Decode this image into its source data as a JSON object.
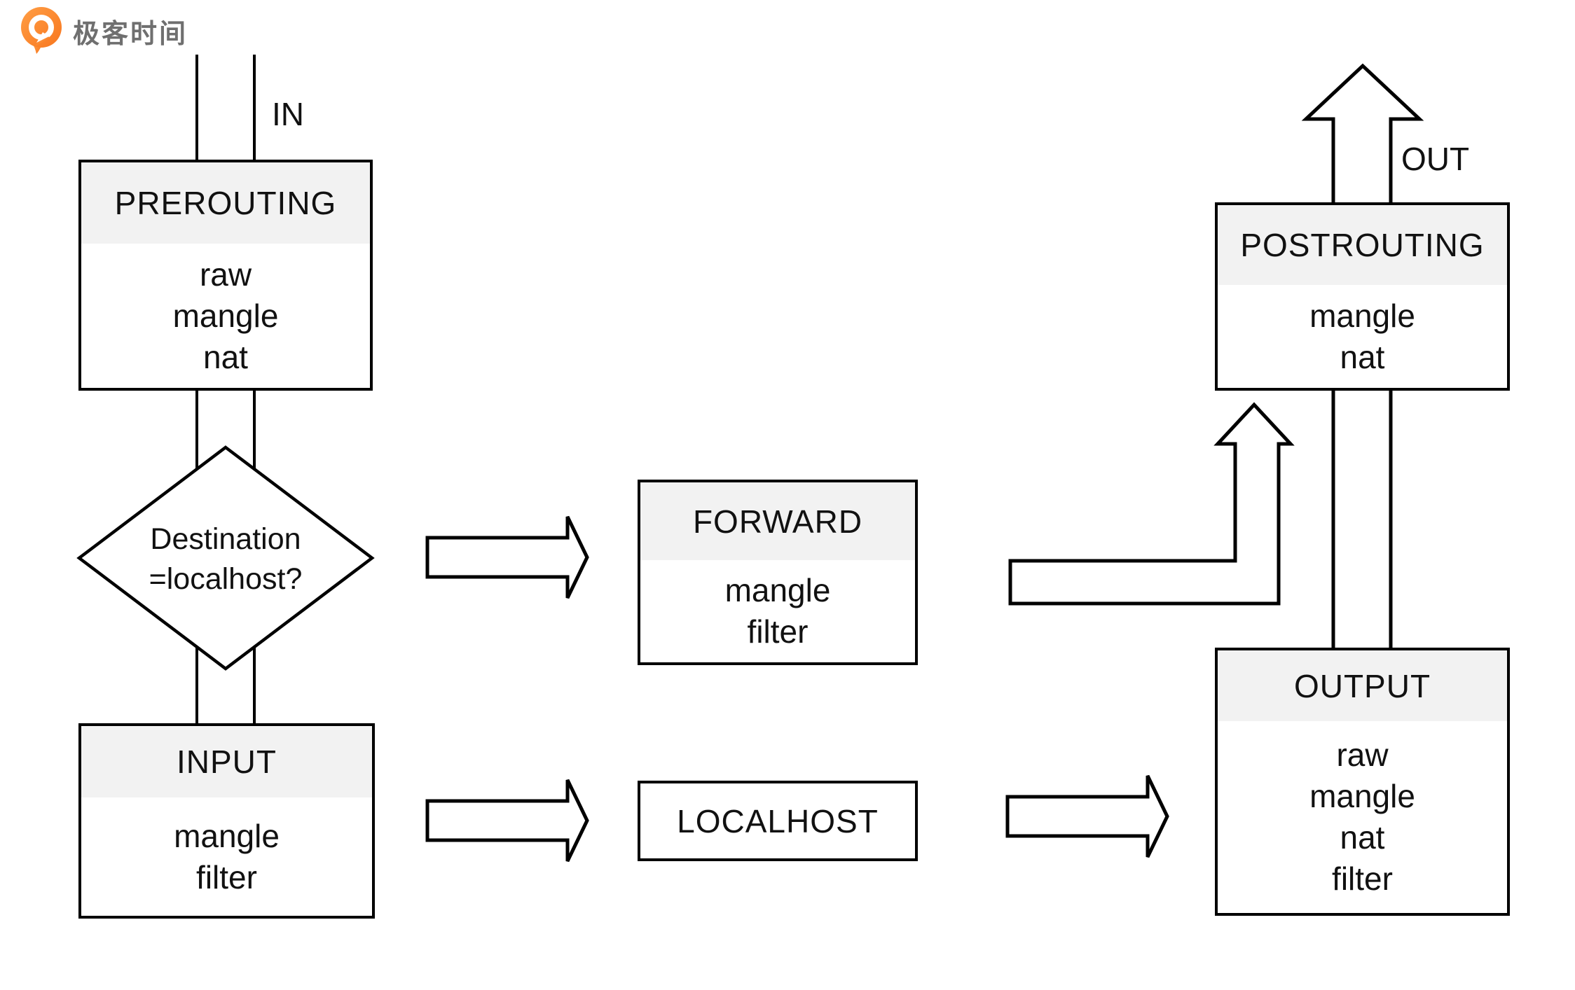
{
  "colors": {
    "brand_orange": "#F8771F",
    "brand_orange_light": "#FF9E45",
    "logo_gray": "#6F6F6F",
    "header_gray": "#F2F2F2",
    "stroke_black": "#000000"
  },
  "logo": {
    "text": "极客时间"
  },
  "labels": {
    "in": "IN",
    "out": "OUT"
  },
  "decision": {
    "line1": "Destination",
    "line2": "=localhost?"
  },
  "chains": {
    "prerouting": {
      "title": "PREROUTING",
      "tables": [
        "raw",
        "mangle",
        "nat"
      ]
    },
    "input": {
      "title": "INPUT",
      "tables": [
        "mangle",
        "filter"
      ]
    },
    "forward": {
      "title": "FORWARD",
      "tables": [
        "mangle",
        "filter"
      ]
    },
    "postrouting": {
      "title": "POSTROUTING",
      "tables": [
        "mangle",
        "nat"
      ]
    },
    "output": {
      "title": "OUTPUT",
      "tables": [
        "raw",
        "mangle",
        "nat",
        "filter"
      ]
    },
    "localhost": {
      "title": "LOCALHOST"
    }
  }
}
